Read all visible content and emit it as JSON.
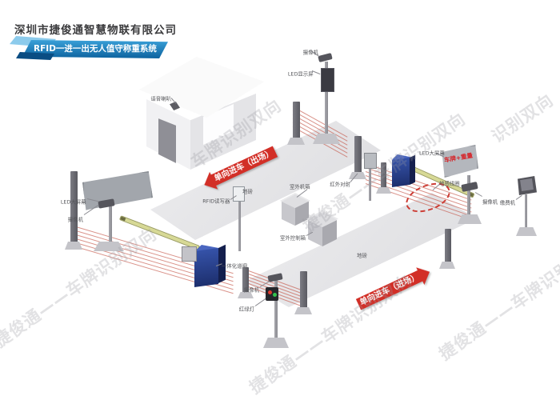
{
  "header": {
    "company": "深圳市捷俊通智慧物联有限公司",
    "banner": "RFID一进一出无人值守称重系统"
  },
  "watermarks": [
    "捷俊通——车牌识别双向",
    "车牌识别双向",
    "捷俊通——车牌识别双向",
    "捷俊通——车牌识别双向",
    "捷俊通——车牌识别双向",
    "识别双向"
  ],
  "arrows": {
    "exit_lane": "单向进车（出场）",
    "entry_lane": "单向进车（进场）"
  },
  "labels": {
    "speaker": "语音喇叭",
    "camera_top": "摄像机",
    "led_panel_top": "LED显示屏",
    "led_screen_left": "LED大屏幕",
    "camera_left": "摄像机",
    "infrared_sensor": "红外对射",
    "rfid_reader": "RFID读写器",
    "scale_upper": "地磅",
    "scale_lower": "地磅",
    "cabinet_a": "室外机箱",
    "cabinet_b": "室外控制箱",
    "barrier_exit": "一体化道闸",
    "camera_traffic": "摄像机",
    "traffic_light": "红绿灯",
    "ground_loop": "地感线圈",
    "led_screen_right": "LED大屏幕",
    "camera_right": "摄像机",
    "pay_kiosk": "缴费机"
  },
  "led_screen": {
    "text": "车牌+重量"
  },
  "colors": {
    "accent_blue": "#1373ae",
    "arrow_red": "#d22f27",
    "beam_red": "#c4574a",
    "barrier_blue": "#27408f",
    "arm_yellow": "#d7d995"
  }
}
